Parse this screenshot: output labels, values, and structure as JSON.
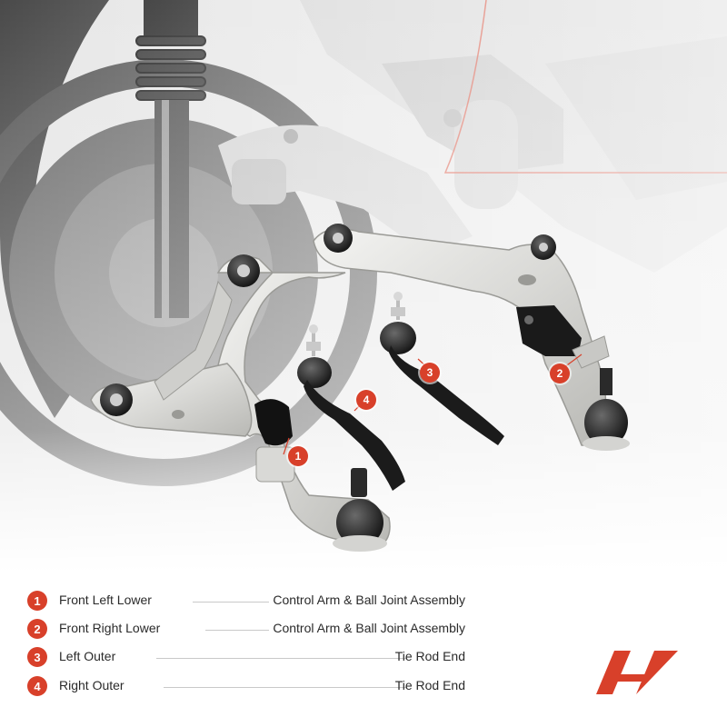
{
  "colors": {
    "accent": "#d8402a",
    "text": "#2a2a2a",
    "leader": "#c9c9c9"
  },
  "callouts": [
    {
      "number": "1"
    },
    {
      "number": "2"
    },
    {
      "number": "3"
    },
    {
      "number": "4"
    }
  ],
  "legend": [
    {
      "number": "1",
      "left": "Front Left Lower",
      "right": "Control Arm & Ball Joint Assembly"
    },
    {
      "number": "2",
      "left": "Front Right Lower",
      "right": "Control Arm & Ball Joint Assembly"
    },
    {
      "number": "3",
      "left": "Left Outer",
      "right": "Tie Rod End"
    },
    {
      "number": "4",
      "left": "Right Outer",
      "right": "Tie Rod End"
    }
  ],
  "logo": {
    "icon": "brand-logo-icon"
  }
}
